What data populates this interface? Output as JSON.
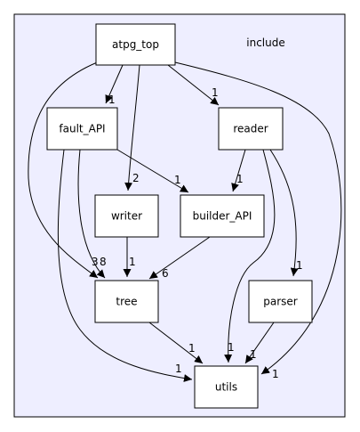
{
  "cluster": {
    "label": "include",
    "fill": "#eeeeff",
    "stroke": "#000000"
  },
  "nodes": {
    "atpg_top": {
      "label": "atpg_top"
    },
    "fault_API": {
      "label": "fault_API"
    },
    "reader": {
      "label": "reader"
    },
    "writer": {
      "label": "writer"
    },
    "builder_API": {
      "label": "builder_API"
    },
    "tree": {
      "label": "tree",
      "stroke": "#ff0000"
    },
    "parser": {
      "label": "parser"
    },
    "utils": {
      "label": "utils"
    }
  },
  "edges": [
    {
      "from": "atpg_top",
      "to": "fault_API",
      "weight": "1"
    },
    {
      "from": "atpg_top",
      "to": "reader",
      "weight": "1"
    },
    {
      "from": "atpg_top",
      "to": "writer",
      "weight": "2"
    },
    {
      "from": "atpg_top",
      "to": "tree",
      "weight": "3"
    },
    {
      "from": "atpg_top",
      "to": "utils",
      "weight": "1"
    },
    {
      "from": "fault_API",
      "to": "builder_API",
      "weight": "1"
    },
    {
      "from": "fault_API",
      "to": "tree",
      "weight": "8"
    },
    {
      "from": "fault_API",
      "to": "utils",
      "weight": "1"
    },
    {
      "from": "reader",
      "to": "builder_API",
      "weight": "1"
    },
    {
      "from": "reader",
      "to": "parser",
      "weight": "1"
    },
    {
      "from": "reader",
      "to": "utils",
      "weight": "1"
    },
    {
      "from": "writer",
      "to": "tree",
      "weight": "1"
    },
    {
      "from": "builder_API",
      "to": "tree",
      "weight": "6"
    },
    {
      "from": "tree",
      "to": "utils",
      "weight": "1"
    },
    {
      "from": "parser",
      "to": "utils",
      "weight": "1"
    }
  ]
}
